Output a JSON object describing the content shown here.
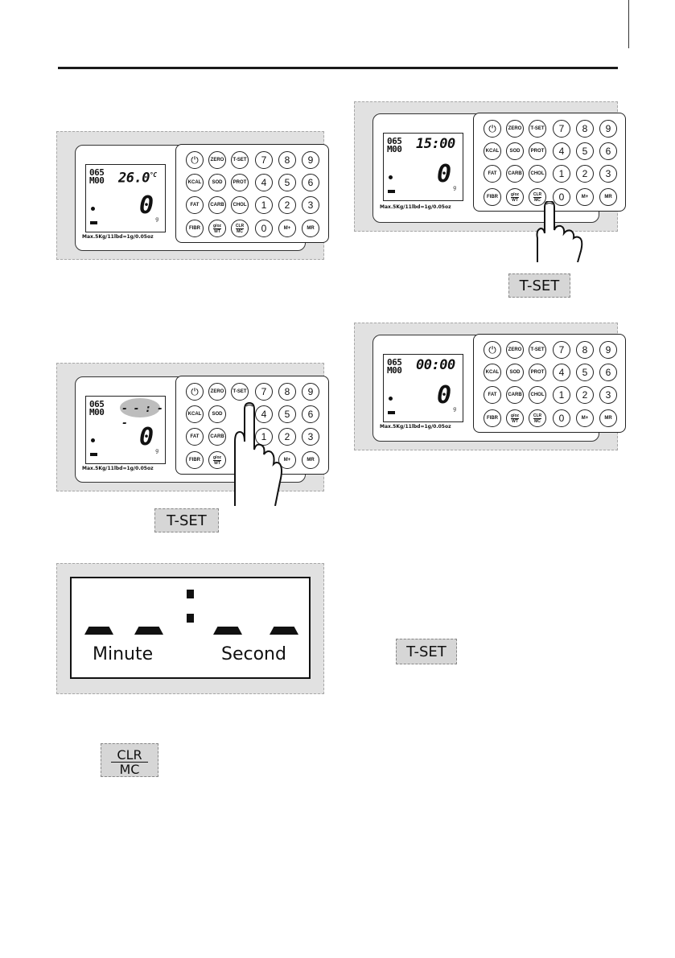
{
  "scale_caption": "Max.5Kg/11lbd=1g/0.05oz",
  "weight": "0",
  "unit": "g",
  "unit_tag": "WT",
  "panels": {
    "p1": {
      "code_top": "065",
      "code_bottom": "M00",
      "readout": "26.0",
      "readout_unit": "°C"
    },
    "p2": {
      "code_top": "065",
      "code_bottom": "M00",
      "readout": "- - : - -"
    },
    "p3": {
      "code_top": "065",
      "code_bottom": "M00",
      "readout": "15:00"
    },
    "p4": {
      "code_top": "065",
      "code_bottom": "M00",
      "readout": "00:00"
    }
  },
  "keypad": {
    "power": "⏻",
    "zero": "ZERO",
    "tset": "T-SET",
    "kcal": "KCAL",
    "sod": "SOD",
    "prot": "PROT",
    "fat": "FAT",
    "carb": "CARB",
    "chol": "CHOL",
    "fibr": "FIBR",
    "gz_top": "g/oz",
    "gz_bottom": "WT",
    "clr_top": "CLR",
    "clr_bottom": "MC",
    "k0": "0",
    "k1": "1",
    "k2": "2",
    "k3": "3",
    "k4": "4",
    "k5": "5",
    "k6": "6",
    "k7": "7",
    "k8": "8",
    "k9": "9",
    "mplus": "M+",
    "mr": "MR"
  },
  "badges": {
    "tset": "T-SET",
    "clr_top": "CLR",
    "clr_bottom": "MC"
  },
  "enlarged_display": {
    "minute": "Minute",
    "second": "Second"
  }
}
